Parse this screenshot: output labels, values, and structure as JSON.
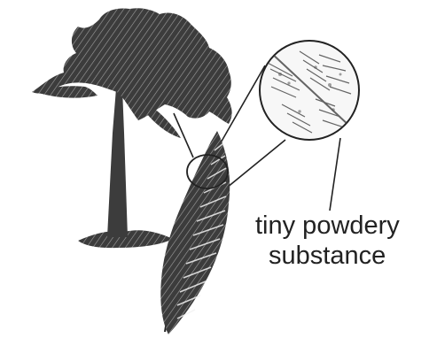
{
  "label": {
    "line1": "tiny powdery",
    "line2": "substance"
  },
  "colors": {
    "ink": "#222222",
    "tree": "#3c3c3c",
    "stripe": "#f2f2f2",
    "magnifier_fill": "#f7f7f7"
  },
  "icons": {
    "tree": "tree-fern-silhouette",
    "frond": "fern-frond",
    "lens": "magnifier-circle"
  }
}
